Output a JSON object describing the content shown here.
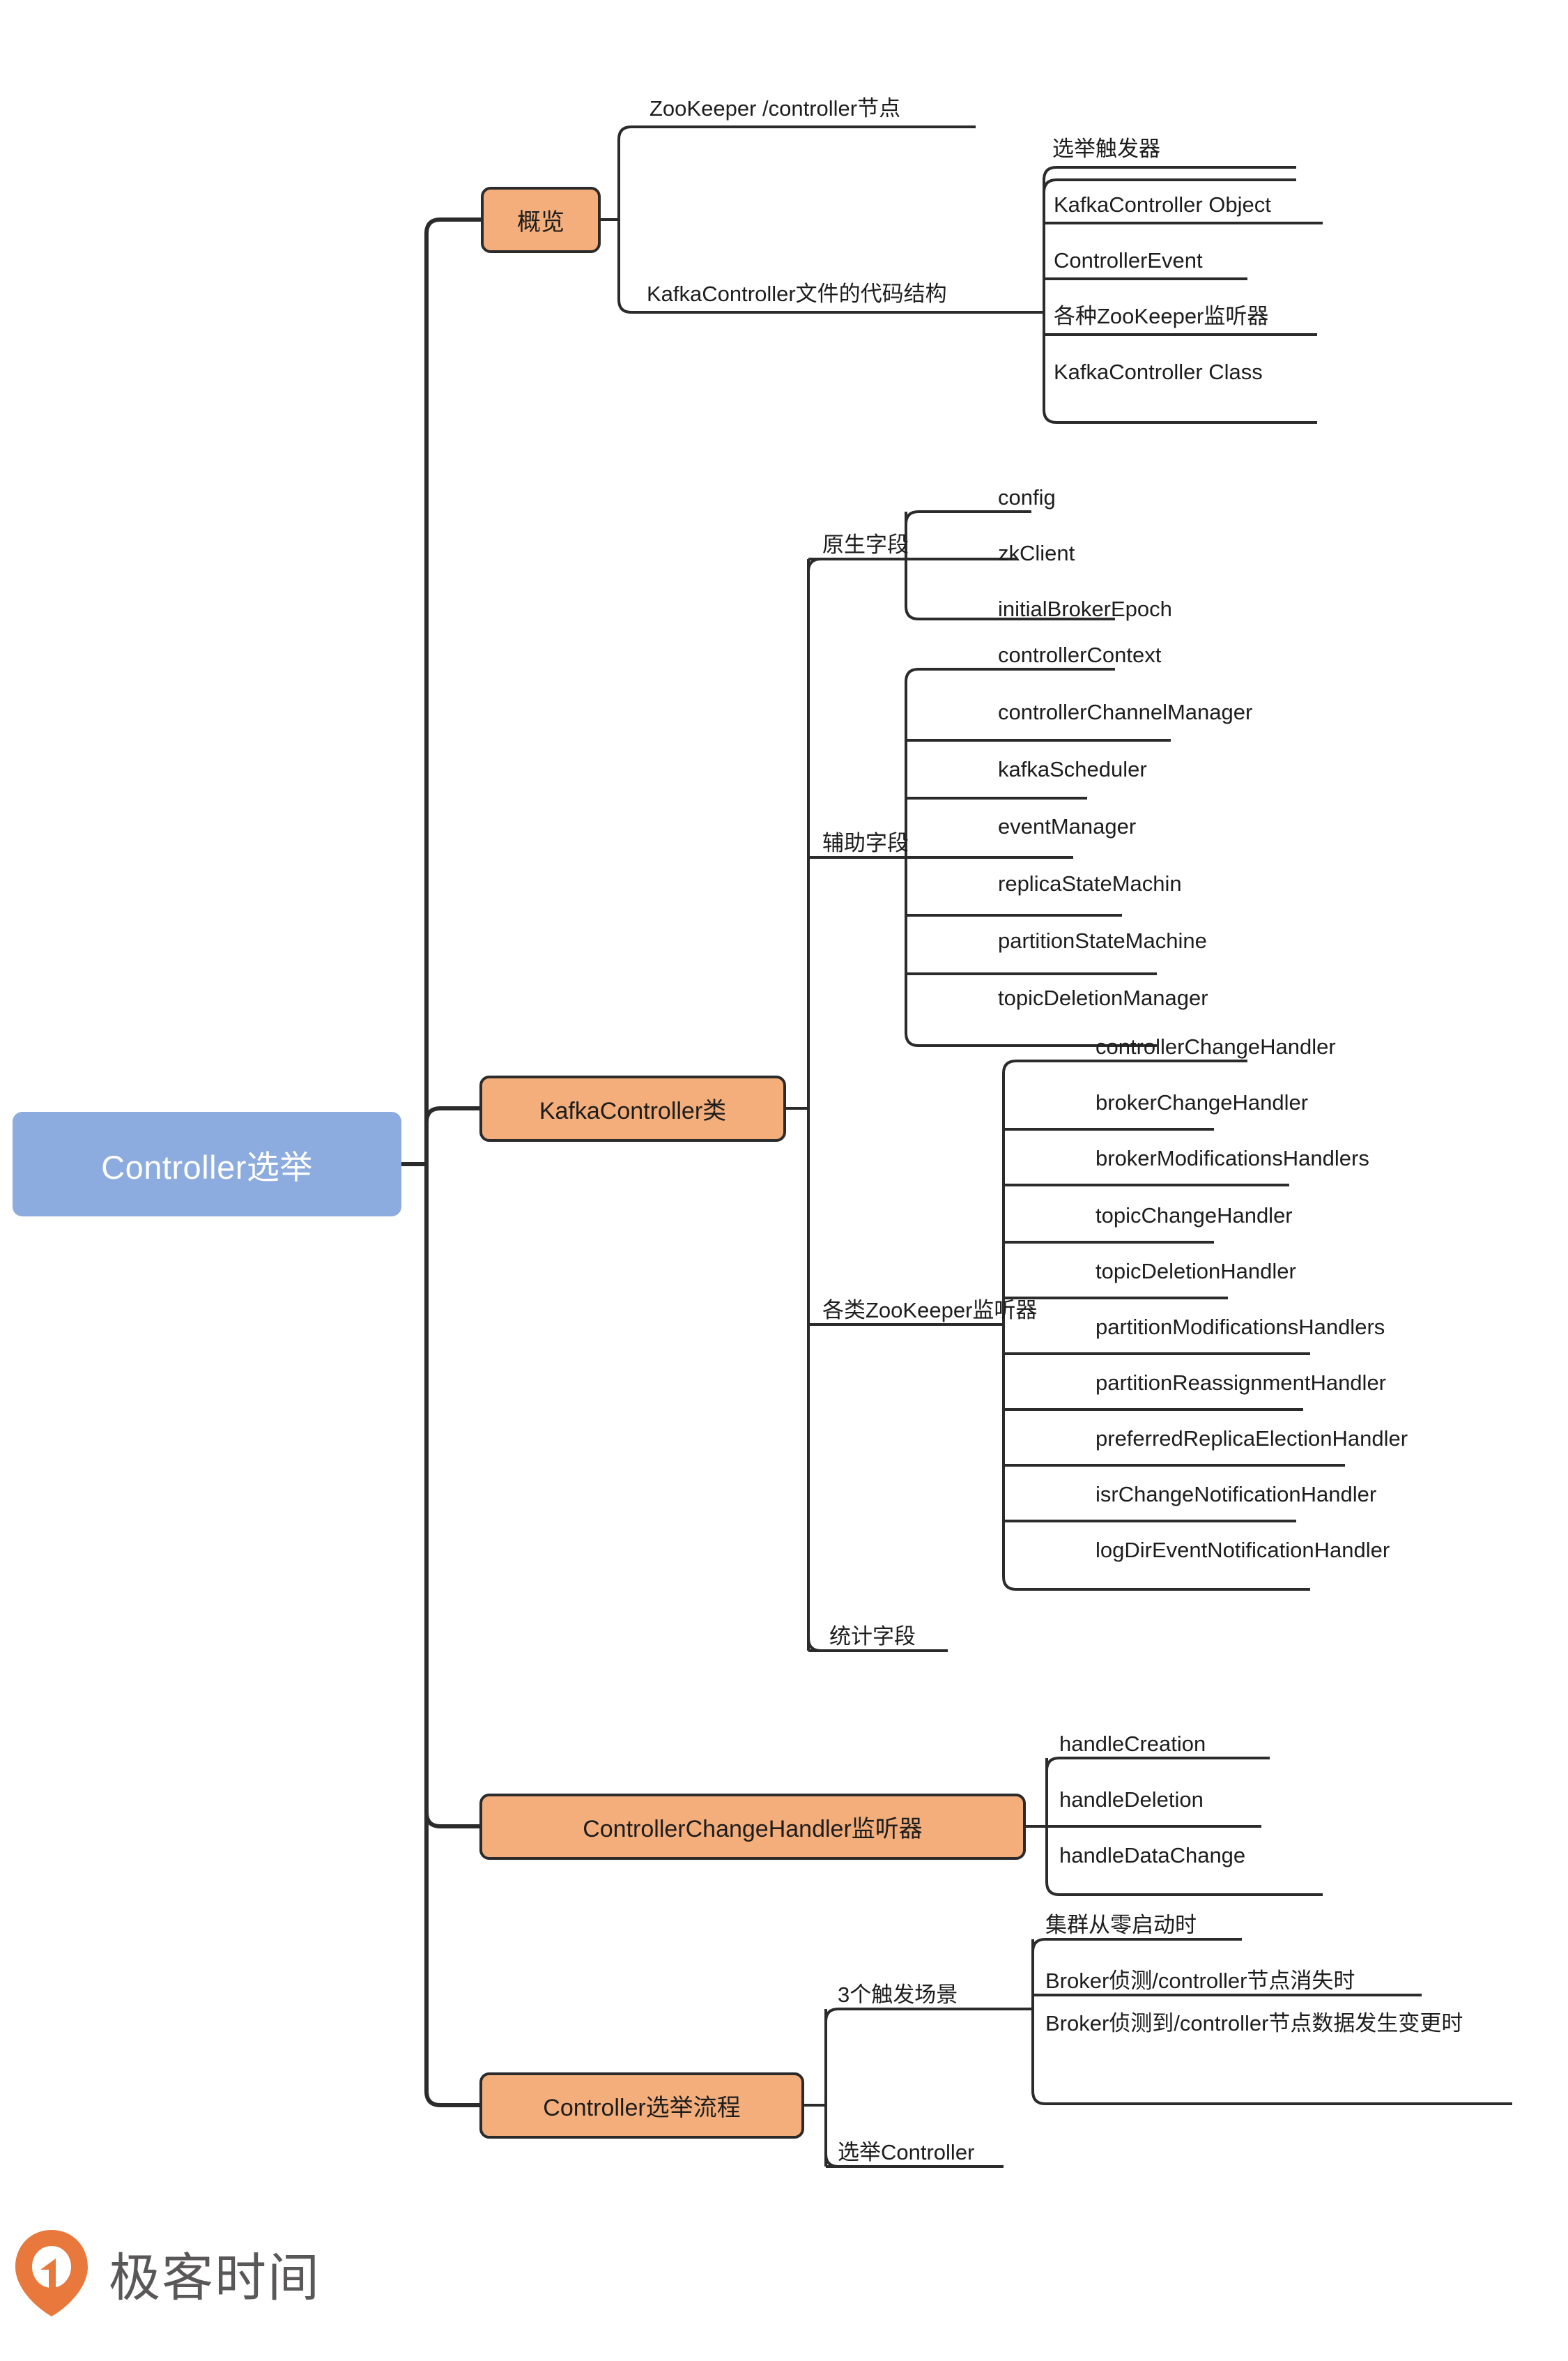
{
  "diagram": {
    "type": "mind-map",
    "title": "Controller选举",
    "root": {
      "label": "Controller选举",
      "color": "#8cabde"
    },
    "branch_color": "#f4ae7c",
    "branches": [
      {
        "label": "概览",
        "children": [
          {
            "label": "ZooKeeper /controller节点",
            "children": []
          },
          {
            "label": "KafkaController文件的代码结构",
            "children": [
              {
                "label": "选举触发器"
              },
              {
                "label": "KafkaController Object"
              },
              {
                "label": "ControllerEvent"
              },
              {
                "label": "各种ZooKeeper监听器"
              },
              {
                "label": "KafkaController Class"
              }
            ]
          }
        ]
      },
      {
        "label": "KafkaController类",
        "children": [
          {
            "label": "原生字段",
            "children": [
              {
                "label": "config"
              },
              {
                "label": "zkClient"
              },
              {
                "label": "initialBrokerEpoch"
              }
            ]
          },
          {
            "label": "辅助字段",
            "children": [
              {
                "label": "controllerContext"
              },
              {
                "label": "controllerChannelManager"
              },
              {
                "label": "kafkaScheduler"
              },
              {
                "label": "eventManager"
              },
              {
                "label": "replicaStateMachin"
              },
              {
                "label": "partitionStateMachine"
              },
              {
                "label": "topicDeletionManager"
              }
            ]
          },
          {
            "label": "各类ZooKeeper监听器",
            "children": [
              {
                "label": "controllerChangeHandler"
              },
              {
                "label": "brokerChangeHandler"
              },
              {
                "label": "brokerModificationsHandlers"
              },
              {
                "label": "topicChangeHandler"
              },
              {
                "label": "topicDeletionHandler"
              },
              {
                "label": "partitionModificationsHandlers"
              },
              {
                "label": "partitionReassignmentHandler"
              },
              {
                "label": "preferredReplicaElectionHandler"
              },
              {
                "label": "isrChangeNotificationHandler"
              },
              {
                "label": "logDirEventNotificationHandler"
              }
            ]
          },
          {
            "label": "统计字段",
            "children": []
          }
        ]
      },
      {
        "label": "ControllerChangeHandler监听器",
        "children": [
          {
            "label": "handleCreation"
          },
          {
            "label": "handleDeletion"
          },
          {
            "label": "handleDataChange"
          }
        ]
      },
      {
        "label": "Controller选举流程",
        "children": [
          {
            "label": "3个触发场景",
            "children": [
              {
                "label": "集群从零启动时"
              },
              {
                "label": "Broker侦测/controller节点消失时"
              },
              {
                "label": "Broker侦测到/controller节点数据发生变更时"
              }
            ]
          },
          {
            "label": "选举Controller",
            "children": []
          }
        ]
      }
    ]
  },
  "footer": {
    "brand": "极客时间",
    "logo_icon": "geektime-pin-icon",
    "logo_color": "#e8783c"
  }
}
